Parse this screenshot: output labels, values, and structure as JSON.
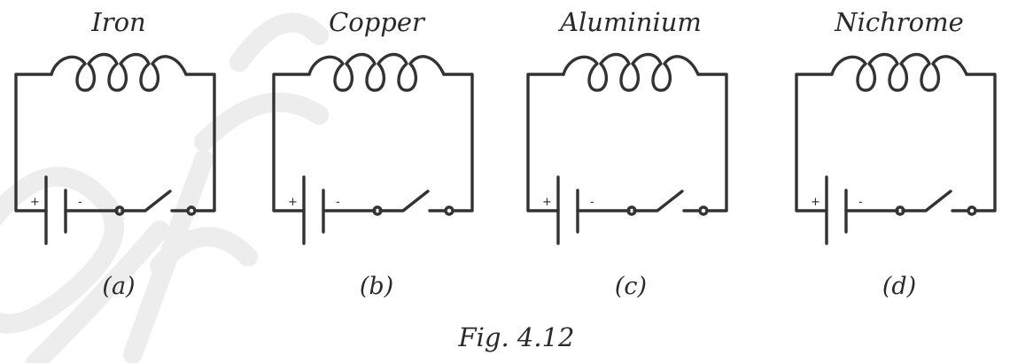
{
  "figure": {
    "caption": "Fig. 4.12",
    "circuits": [
      {
        "id": "a",
        "metal": "Iron",
        "label": "(a)"
      },
      {
        "id": "b",
        "metal": "Copper",
        "label": "(b)"
      },
      {
        "id": "c",
        "metal": "Aluminium",
        "label": "(c)"
      },
      {
        "id": "d",
        "metal": "Nichrome",
        "label": "(d)"
      }
    ],
    "battery_terminals": {
      "positive": "+",
      "negative": "-"
    }
  },
  "colors": {
    "line": "#333333",
    "text": "#2a2a2a",
    "watermark": "#ececec"
  }
}
